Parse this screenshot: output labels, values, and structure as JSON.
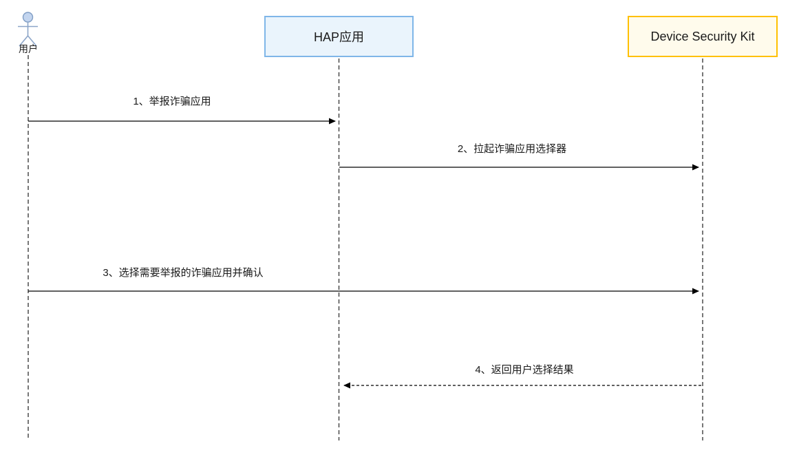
{
  "diagram": {
    "type": "sequence-diagram",
    "background": "#ffffff",
    "participants": [
      {
        "id": "user",
        "label": "用户",
        "kind": "actor",
        "accent": "#8ca5c8",
        "head_fill": "#c3d5ef"
      },
      {
        "id": "hap",
        "label": "HAP应用",
        "kind": "box",
        "fill": "#eaf4fc",
        "border": "#7fb6e8"
      },
      {
        "id": "dsk",
        "label": "Device Security Kit",
        "kind": "box",
        "fill": "#fffbec",
        "border": "#ffc000"
      }
    ],
    "messages": [
      {
        "seq": "1",
        "label": "1、举报诈骗应用",
        "from": "用户",
        "to": "HAP应用",
        "line_style": "solid",
        "direction": "right"
      },
      {
        "seq": "2",
        "label": "2、拉起诈骗应用选择器",
        "from": "HAP应用",
        "to": "Device Security Kit",
        "line_style": "solid",
        "direction": "right"
      },
      {
        "seq": "3",
        "label": "3、选择需要举报的诈骗应用并确认",
        "from": "用户",
        "to": "Device Security Kit",
        "line_style": "solid",
        "direction": "right"
      },
      {
        "seq": "4",
        "label": "4、返回用户选择结果",
        "from": "Device Security Kit",
        "to": "HAP应用",
        "line_style": "dashed",
        "direction": "left"
      }
    ],
    "colors": {
      "lifeline": "#3d3d3d",
      "message_line": "#000000",
      "text": "#1a1a1a"
    }
  }
}
